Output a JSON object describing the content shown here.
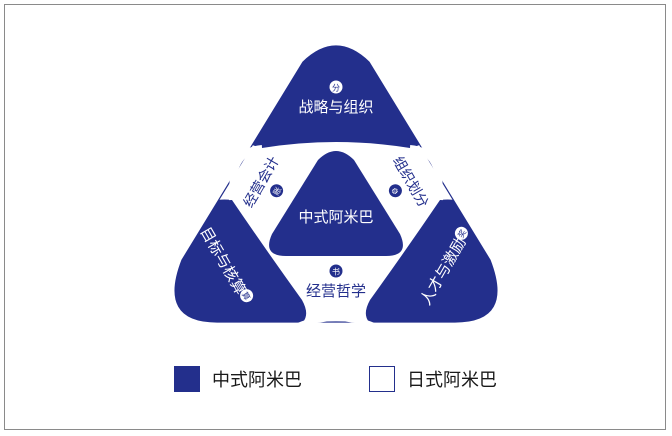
{
  "diagram": {
    "core": "中式阿米巴",
    "segments": {
      "top": {
        "label": "战略与组织",
        "badge": "分"
      },
      "left": {
        "label": "目标与核算",
        "badge": "算"
      },
      "right": {
        "label": "人才与激励",
        "badge": "奖"
      },
      "upper_left": {
        "label": "经营会计",
        "badge": "账"
      },
      "upper_right": {
        "label": "组织划分",
        "badge": "⚙"
      },
      "bottom": {
        "label": "经营哲学",
        "badge": "书"
      }
    }
  },
  "legend": [
    {
      "label": "中式阿米巴",
      "fill": "#232f8c"
    },
    {
      "label": "日式阿米巴",
      "fill": "#ffffff"
    }
  ],
  "colors": {
    "navy": "#232f8c",
    "outline": "#232f8c",
    "white": "#ffffff"
  }
}
